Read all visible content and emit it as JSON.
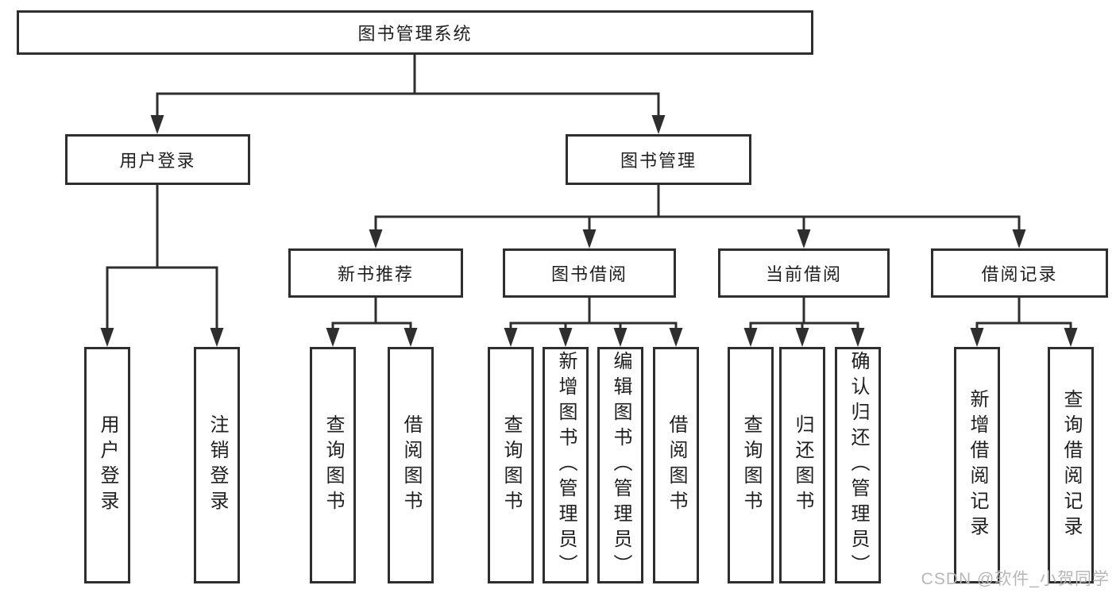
{
  "diagram": {
    "root": "图书管理系统",
    "level2": [
      "用户登录",
      "图书管理"
    ],
    "level3": [
      "新书推荐",
      "图书借阅",
      "当前借阅",
      "借阅记录"
    ],
    "leaves": {
      "user_login": [
        "用户登录",
        "注销登录"
      ],
      "new_book_recommend": [
        "查询图书",
        "借阅图书"
      ],
      "book_borrow": [
        "查询图书",
        "新增图书（管理员）",
        "编辑图书（管理员）",
        "借阅图书"
      ],
      "current_borrow": [
        "查询图书",
        "归还图书",
        "确认归还（管理员）"
      ],
      "borrow_records": [
        "新增借阅记录",
        "查询借阅记录"
      ]
    },
    "watermark": "CSDN @软件_小贺同学",
    "colors": {
      "line": "#2e2e2e",
      "box_border": "#2e2e2e",
      "background": "#ffffff",
      "text": "#1f1f1f",
      "watermark": "#b7b7b7"
    }
  }
}
